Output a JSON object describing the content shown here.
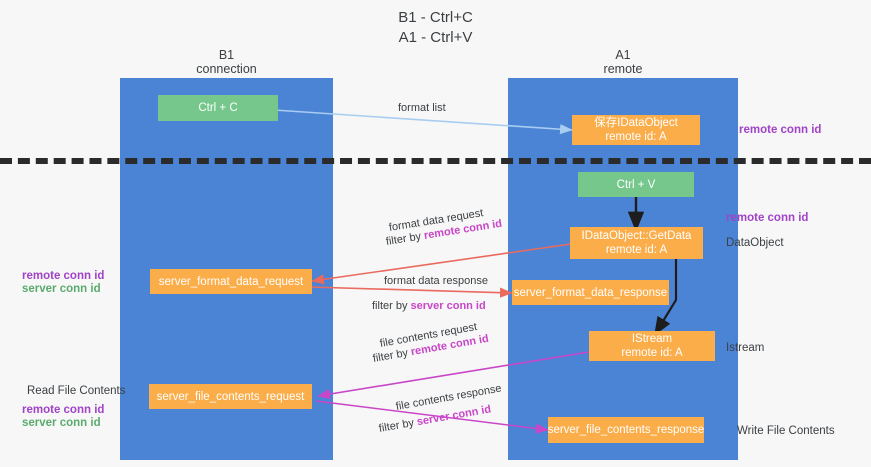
{
  "title": {
    "line1": "B1 - Ctrl+C",
    "line2": "A1 - Ctrl+V"
  },
  "lanes": [
    {
      "name": "B1",
      "sub": "connection"
    },
    {
      "name": "A1",
      "sub": "remote"
    }
  ],
  "nodes": {
    "ctrl_c": "Ctrl + C",
    "ctrl_v": "Ctrl + V",
    "data_object_top_l1": "保存IDataObject",
    "data_object_top_l2": "remote id: A",
    "get_data_l1": "IDataObject::GetData",
    "get_data_l2": "remote id: A",
    "server_format_data_request": "server_format_data_request",
    "server_format_data_response": "server_format_data_response",
    "istream_l1": "IStream",
    "istream_l2": "remote id: A",
    "server_file_contents_request": "server_file_contents_request",
    "server_file_contents_response": "server_file_contents_response"
  },
  "edge_labels": {
    "format_list": "format list",
    "format_data_request": "format data request",
    "format_data_request_filter_prefix": "filter by ",
    "format_data_request_filter_key": "remote conn id",
    "format_data_response": "format data response",
    "format_data_response_filter_prefix": "filter by ",
    "format_data_response_filter_key": "server conn id",
    "file_contents_request": "file contents request",
    "file_contents_request_filter_prefix": "filter by ",
    "file_contents_request_filter_key": "remote conn id",
    "file_contents_response": "file contents response",
    "file_contents_response_filter_prefix": "filter by ",
    "file_contents_response_filter_key": "server conn id"
  },
  "annotations": {
    "right_remote_conn_id_top": "remote conn id",
    "right_remote_conn_id_mid": "remote conn id",
    "right_data_object": "DataObject",
    "right_istream": "Istream",
    "right_write_file_contents": "Write File Contents",
    "left_remote_conn_id_mid": "remote conn id",
    "left_server_conn_id_mid": "server conn id",
    "left_read_file_contents": "Read File Contents",
    "left_remote_conn_id_bottom": "remote conn id",
    "left_server_conn_id_bottom": "server conn id"
  },
  "colors": {
    "lane": "#4c84d5",
    "green_node": "#76c78c",
    "orange_node": "#fbad4a",
    "purple": "#a142c8",
    "magenta": "#c946c9",
    "green_text": "#5aab6d",
    "arrow_blue": "#a8cdf0",
    "arrow_red": "#ea6a5e",
    "arrow_magenta": "#c946c9",
    "arrow_black": "#1d1d1d",
    "divider": "#2b2b2b",
    "background": "#f7f7f7"
  }
}
